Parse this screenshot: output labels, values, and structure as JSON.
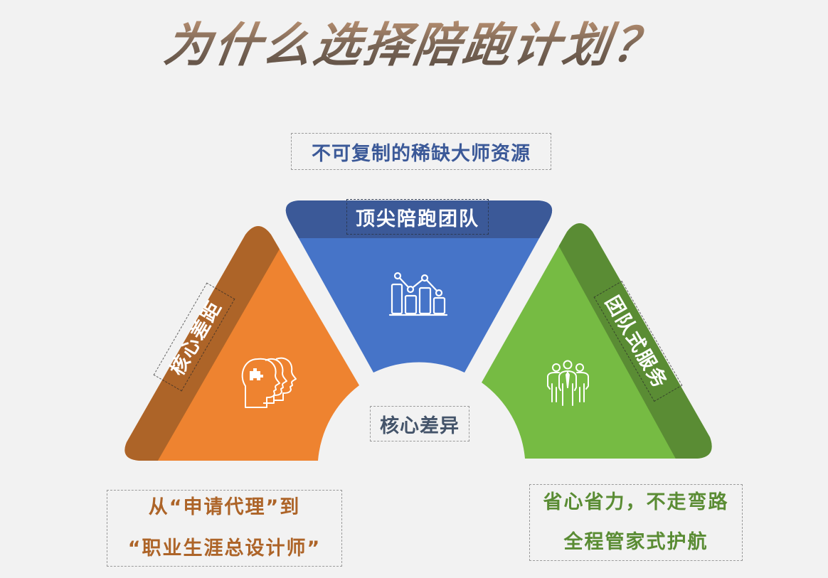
{
  "title": "为什么选择陪跑计划？",
  "colors": {
    "background": "#f2f2f2",
    "blue_main": "#4674c8",
    "blue_band": "#3b5998",
    "orange_main": "#ee8330",
    "orange_band": "#ad6428",
    "green_main": "#76bb43",
    "green_band": "#5a8c34",
    "blue_text": "#3b5998",
    "orange_text": "#ad6428",
    "green_text": "#5a8c34",
    "center_text": "#44546a"
  },
  "top_caption": "不可复制的稀缺大师资源",
  "center_label": "核心差异",
  "segments": [
    {
      "id": "top",
      "label": "顶尖陪跑团队",
      "icon": "bar-line-chart-icon"
    },
    {
      "id": "left",
      "label": "核心差距",
      "icon": "heads-puzzle-icon"
    },
    {
      "id": "right",
      "label": "团队式服务",
      "icon": "team-people-icon"
    }
  ],
  "bottom_left_caption": {
    "line1": "从“申请代理”到",
    "line2": "“职业生涯总设计师”"
  },
  "bottom_right_caption": {
    "line1": "省心省力，不走弯路",
    "line2": "全程管家式护航"
  }
}
